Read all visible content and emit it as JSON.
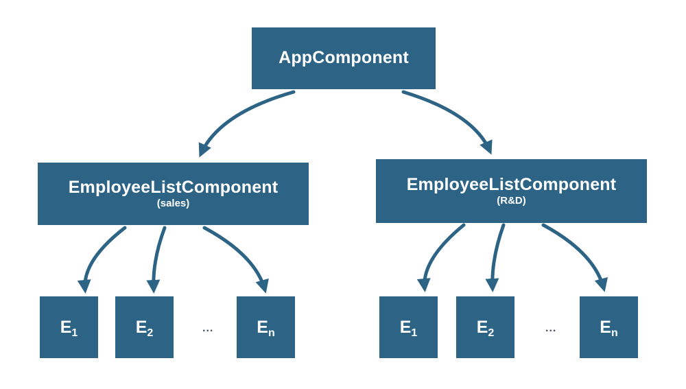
{
  "colors": {
    "box": "#2d6486",
    "arrow": "#2d6486",
    "text": "#ffffff",
    "background": "#ffffff"
  },
  "root": {
    "label": "AppComponent"
  },
  "groups": [
    {
      "label": "EmployeeListComponent",
      "sublabel": "(sales)",
      "ellipsis": "...",
      "leaves": [
        {
          "base": "E",
          "sub": "1"
        },
        {
          "base": "E",
          "sub": "2"
        },
        {
          "base": "E",
          "sub": "n"
        }
      ]
    },
    {
      "label": "EmployeeListComponent",
      "sublabel": "(R&D)",
      "ellipsis": "...",
      "leaves": [
        {
          "base": "E",
          "sub": "1"
        },
        {
          "base": "E",
          "sub": "2"
        },
        {
          "base": "E",
          "sub": "n"
        }
      ]
    }
  ]
}
